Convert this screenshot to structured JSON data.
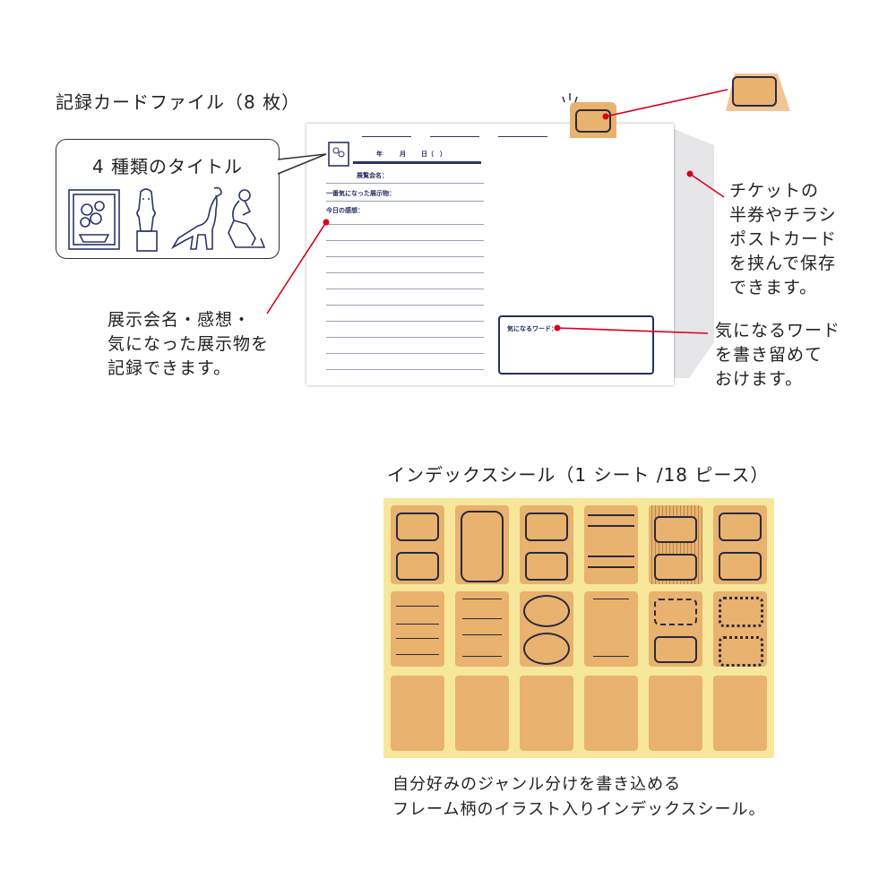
{
  "file_heading": "記録カードファイル（8 枚）",
  "bubble": {
    "title": "4 種類のタイトル",
    "icons": [
      "sunflower-painting-icon",
      "moai-statue-icon",
      "dinosaur-icon",
      "thinker-statue-icon"
    ]
  },
  "card": {
    "date_year": "年",
    "date_month": "月",
    "date_day": "日（　）",
    "exhibition_label": "展覧会名：",
    "favorite_label": "一番気になった展示物：",
    "impression_label": "今日の感想：",
    "word_box_label": "気になるワード："
  },
  "callouts": {
    "left_record": [
      "展示会名・感想・",
      "気になった展示物を",
      "記録できます。"
    ],
    "right_pocket": [
      "チケットの",
      "半券やチラシ",
      "ポストカード",
      "を挟んで保存",
      "できます。"
    ],
    "right_words": [
      "気になるワード",
      "を書き留めて",
      "おけます。"
    ]
  },
  "sticker_heading": "インデックスシール（1 シート /18 ピース）",
  "sticker_caption": [
    "自分好みのジャンル分けを書き込める",
    "フレーム柄のイラスト入りインデックスシール。"
  ],
  "colors": {
    "accent_red": "#d9001b",
    "sticker_kraft": "#e9b26f",
    "sheet_backing": "#f7e79a",
    "ink_navy": "#26305e"
  }
}
